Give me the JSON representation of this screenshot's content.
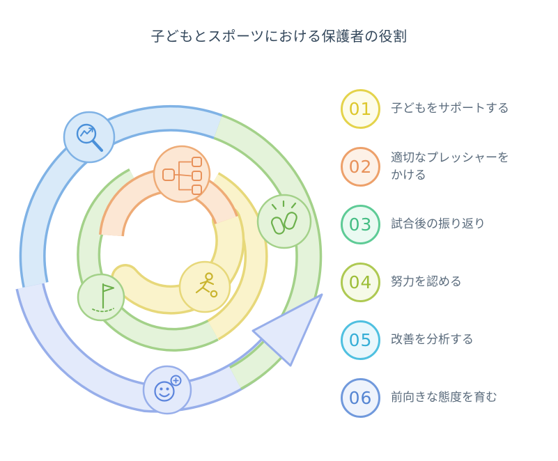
{
  "title": "子どもとスポーツにおける保護者の役割",
  "list": {
    "items": [
      {
        "number": "01",
        "label": "子どもをサポートする",
        "border": "#e4d34b",
        "fill": "#fdfce9",
        "num_color": "#ddc72c"
      },
      {
        "number": "02",
        "label": "適切なプレッシャーをかける",
        "border": "#eda06a",
        "fill": "#fdf1e7",
        "num_color": "#e8915a"
      },
      {
        "number": "03",
        "label": "試合後の振り返り",
        "border": "#5ecb96",
        "fill": "#eafaf2",
        "num_color": "#43bd83"
      },
      {
        "number": "04",
        "label": "努力を認める",
        "border": "#aec952",
        "fill": "#f6fae8",
        "num_color": "#9cbd37"
      },
      {
        "number": "05",
        "label": "改善を分析する",
        "border": "#4fc0e0",
        "fill": "#e9f7fc",
        "num_color": "#35aed6"
      },
      {
        "number": "06",
        "label": "前向きな態度を育む",
        "border": "#7099dc",
        "fill": "#eef3fc",
        "num_color": "#5585d2"
      }
    ]
  },
  "diagram": {
    "icons": [
      "analysis-magnifier-icon",
      "flowchart-icon",
      "clapping-hands-icon",
      "flag-icon",
      "exercise-person-icon",
      "smiley-plus-icon",
      "flow-arrowhead"
    ],
    "colors": {
      "blue_border": "#7fb2e5",
      "blue_fill": "#d9eaf9",
      "icon_blue": "#4a90d9",
      "green_border": "#a3d189",
      "green_fill": "#e4f3da",
      "icon_green": "#6cb04c",
      "peri_border": "#97aeea",
      "peri_fill": "#e3eafb",
      "icon_peri": "#5b84dc",
      "orange_border": "#eeab76",
      "orange_fill": "#fce7d4",
      "icon_orange": "#e8915a",
      "yellow_border": "#e7d87a",
      "yellow_fill": "#faf3cb",
      "icon_yellow": "#c9b42e"
    }
  }
}
